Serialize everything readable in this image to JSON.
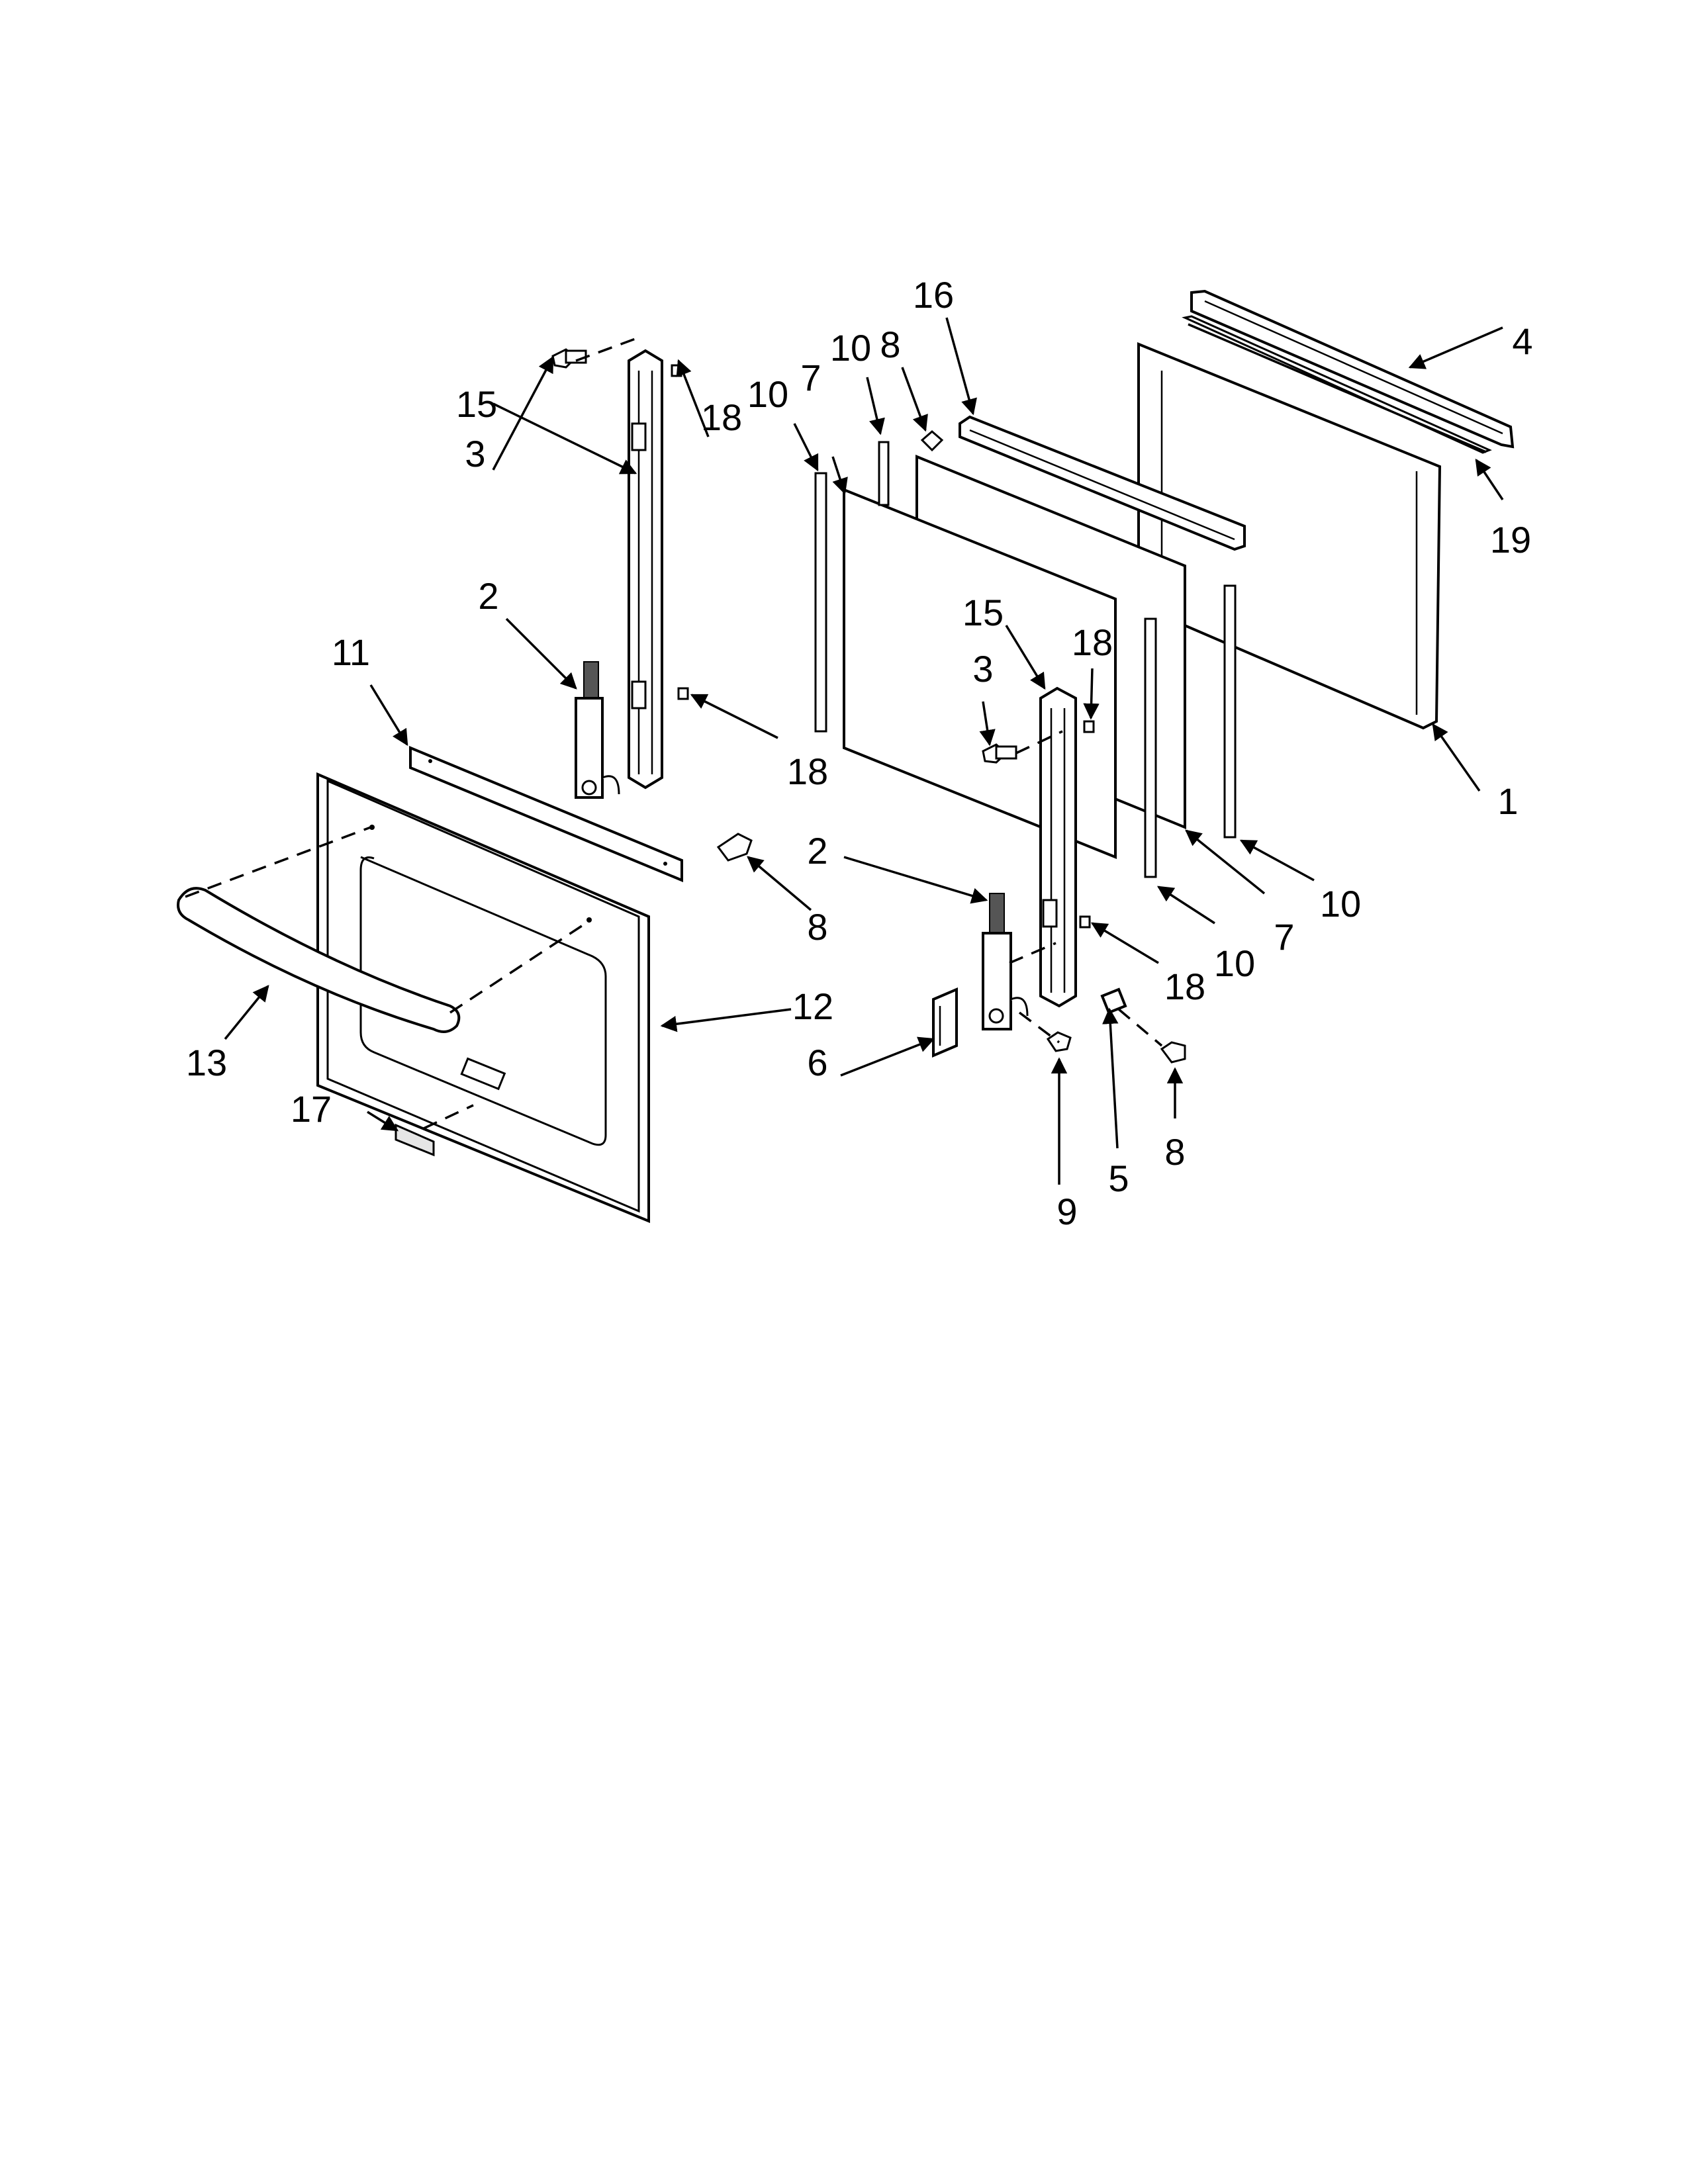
{
  "callouts": [
    {
      "id": "c1",
      "label": "1"
    },
    {
      "id": "c2a",
      "label": "2"
    },
    {
      "id": "c2b",
      "label": "2"
    },
    {
      "id": "c3a",
      "label": "3"
    },
    {
      "id": "c3b",
      "label": "3"
    },
    {
      "id": "c4",
      "label": "4"
    },
    {
      "id": "c5",
      "label": "5"
    },
    {
      "id": "c6",
      "label": "6"
    },
    {
      "id": "c7a",
      "label": "7"
    },
    {
      "id": "c7b",
      "label": "7"
    },
    {
      "id": "c8a",
      "label": "8"
    },
    {
      "id": "c8b",
      "label": "8"
    },
    {
      "id": "c8c",
      "label": "8"
    },
    {
      "id": "c9",
      "label": "9"
    },
    {
      "id": "c10a",
      "label": "10"
    },
    {
      "id": "c10b",
      "label": "10"
    },
    {
      "id": "c10c",
      "label": "10"
    },
    {
      "id": "c10d",
      "label": "10"
    },
    {
      "id": "c11",
      "label": "11"
    },
    {
      "id": "c12",
      "label": "12"
    },
    {
      "id": "c13",
      "label": "13"
    },
    {
      "id": "c15a",
      "label": "15"
    },
    {
      "id": "c15b",
      "label": "15"
    },
    {
      "id": "c16",
      "label": "16"
    },
    {
      "id": "c17",
      "label": "17"
    },
    {
      "id": "c18a",
      "label": "18"
    },
    {
      "id": "c18b",
      "label": "18"
    },
    {
      "id": "c18c",
      "label": "18"
    },
    {
      "id": "c18d",
      "label": "18"
    },
    {
      "id": "c19",
      "label": "19"
    }
  ]
}
